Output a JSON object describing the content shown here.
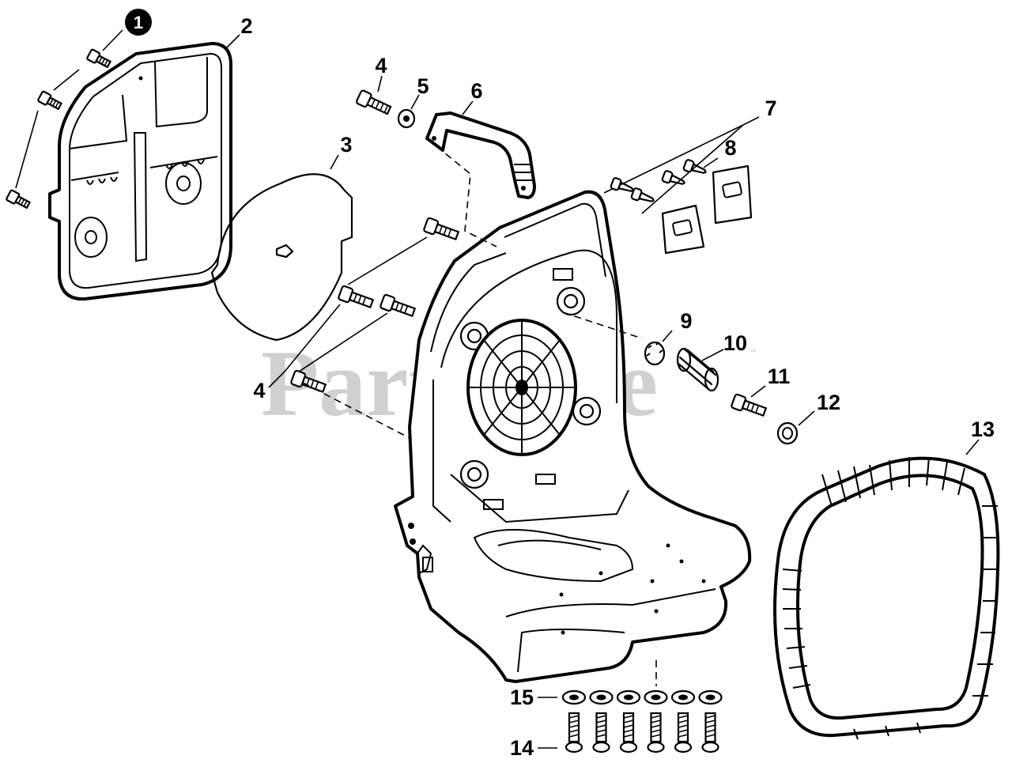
{
  "watermark": {
    "text": "PartsTree",
    "trademark": "™",
    "color": "#c8c8c8"
  },
  "callouts": [
    {
      "id": "c1",
      "label": "1",
      "badge": true
    },
    {
      "id": "c2",
      "label": "2"
    },
    {
      "id": "c3",
      "label": "3"
    },
    {
      "id": "c4a",
      "label": "4"
    },
    {
      "id": "c4b",
      "label": "4"
    },
    {
      "id": "c5",
      "label": "5"
    },
    {
      "id": "c6",
      "label": "6"
    },
    {
      "id": "c7",
      "label": "7"
    },
    {
      "id": "c8",
      "label": "8"
    },
    {
      "id": "c9",
      "label": "9"
    },
    {
      "id": "c10",
      "label": "10"
    },
    {
      "id": "c11",
      "label": "11"
    },
    {
      "id": "c12",
      "label": "12"
    },
    {
      "id": "c13",
      "label": "13"
    },
    {
      "id": "c14",
      "label": "14"
    },
    {
      "id": "c15",
      "label": "15"
    }
  ],
  "bottom_hardware": {
    "washer_count": 6,
    "bolt_count": 6
  },
  "colors": {
    "line": "#000000",
    "background": "#ffffff",
    "badge": "#000000"
  }
}
